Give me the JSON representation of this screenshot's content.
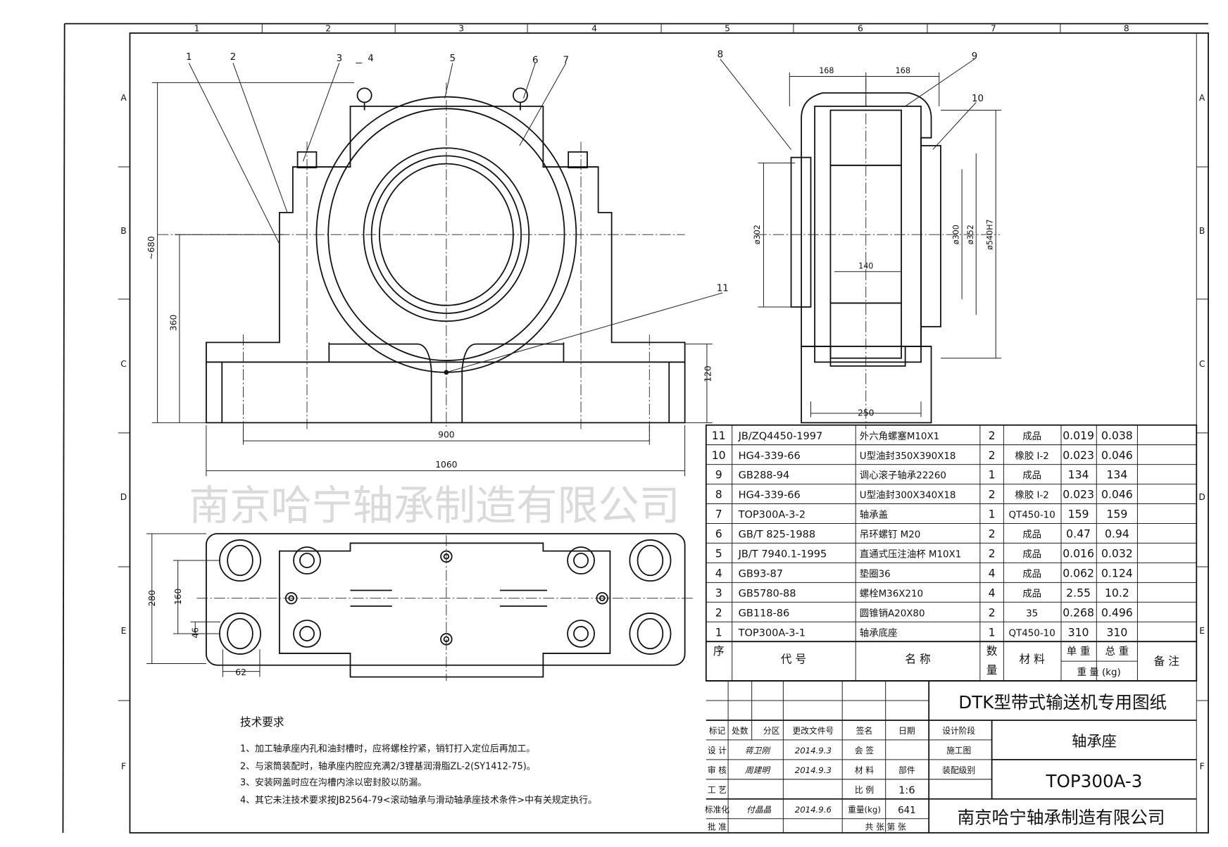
{
  "frame": {
    "zones_top": [
      "1",
      "2",
      "3",
      "4",
      "5",
      "6",
      "7",
      "8"
    ],
    "zones_side": [
      "A",
      "B",
      "C",
      "D",
      "E",
      "F"
    ]
  },
  "watermark": "南京哈宁轴承制造有限公司",
  "front_view": {
    "callouts": [
      "1",
      "2",
      "3",
      "4",
      "5",
      "6",
      "7",
      "11"
    ],
    "dims": {
      "height": "~680",
      "center_height": "360",
      "base_height": "120",
      "bolt_span": "900",
      "length": "1060"
    }
  },
  "section_view": {
    "callouts": [
      "8",
      "9",
      "10"
    ],
    "dims": {
      "left": "168",
      "right": "168",
      "d1": "ø302",
      "d2": "ø300",
      "d3": "ø352",
      "d4": "ø540H7",
      "inner": "140",
      "width": "250"
    }
  },
  "plan_view": {
    "dims": {
      "width": "280",
      "bolt_span": "160",
      "offset": "46",
      "hole": "62"
    }
  },
  "tech_requirements": {
    "title": "技术要求",
    "items": [
      "1、加工轴承座内孔和油封槽时，应将螺栓拧紧，销钉打入定位后再加工。",
      "2、与滚筒装配时，轴承座内腔应充满2/3锂基润滑脂ZL-2(SY1412-75)。",
      "3、安装网盖时应在沟槽内涂以密封胶以防漏。",
      "4、其它未注技术要求按JB2564-79<滚动轴承与滑动轴承座技术条件>中有关规定执行。"
    ]
  },
  "parts": [
    {
      "no": "11",
      "code": "JB/ZQ4450-1997",
      "name": "外六角螺塞M10X1",
      "qty": "2",
      "material": "成品",
      "unit": "0.019",
      "total": "0.038"
    },
    {
      "no": "10",
      "code": "HG4-339-66",
      "name": "U型油封350X390X18",
      "qty": "2",
      "material": "橡胶 I-2",
      "unit": "0.023",
      "total": "0.046"
    },
    {
      "no": "9",
      "code": "GB288-94",
      "name": "调心滚子轴承22260",
      "qty": "1",
      "material": "成品",
      "unit": "134",
      "total": "134"
    },
    {
      "no": "8",
      "code": "HG4-339-66",
      "name": "U型油封300X340X18",
      "qty": "2",
      "material": "橡胶 I-2",
      "unit": "0.023",
      "total": "0.046"
    },
    {
      "no": "7",
      "code": "TOP300A-3-2",
      "name": "轴承盖",
      "qty": "1",
      "material": "QT450-10",
      "unit": "159",
      "total": "159"
    },
    {
      "no": "6",
      "code": "GB/T 825-1988",
      "name": "吊环螺钉 M20",
      "qty": "2",
      "material": "成品",
      "unit": "0.47",
      "total": "0.94"
    },
    {
      "no": "5",
      "code": "JB/T 7940.1-1995",
      "name": "直通式压注油杯 M10X1",
      "qty": "2",
      "material": "成品",
      "unit": "0.016",
      "total": "0.032"
    },
    {
      "no": "4",
      "code": "GB93-87",
      "name": "垫圈36",
      "qty": "4",
      "material": "成品",
      "unit": "0.062",
      "total": "0.124"
    },
    {
      "no": "3",
      "code": "GB5780-88",
      "name": "螺栓M36X210",
      "qty": "4",
      "material": "成品",
      "unit": "2.55",
      "total": "10.2"
    },
    {
      "no": "2",
      "code": "GB118-86",
      "name": "圆锥销A20X80",
      "qty": "2",
      "material": "35",
      "unit": "0.268",
      "total": "0.496"
    },
    {
      "no": "1",
      "code": "TOP300A-3-1",
      "name": "轴承底座",
      "qty": "1",
      "material": "QT450-10",
      "unit": "310",
      "total": "310"
    }
  ],
  "parts_header": {
    "no": "序",
    "code": "代    号",
    "name": "名    称",
    "qty1": "数",
    "qty2": "量",
    "material": "材  料",
    "unit": "单 重",
    "total": "总 重",
    "weight": "重 量 (kg)",
    "remarks": "备 注"
  },
  "title_block": {
    "project": "DTK型带式输送机专用图纸",
    "part_name": "轴承座",
    "drawing_no": "TOP300A-3",
    "company": "南京哈宁轴承制造有限公司",
    "headers": [
      "标记",
      "处数",
      "分区",
      "更改文件号",
      "签名",
      "日期",
      "设计阶段"
    ],
    "design": {
      "label": "设 计",
      "sign": "蒋卫刚",
      "date": "2014.9.3",
      "countersign": "会 签",
      "stage": "施工图"
    },
    "check": {
      "label": "审 核",
      "sign": "周建明",
      "date": "2014.9.3",
      "material": "材 料",
      "material_value": "部件",
      "level": "装配级别"
    },
    "process": {
      "label": "工 艺",
      "scale_label": "比 例",
      "scale": "1:6"
    },
    "standard": {
      "label": "标准化",
      "sign": "付晶晶",
      "date": "2014.9.6",
      "weight_label": "重量(kg)",
      "weight": "641"
    },
    "approve": {
      "label": "批 准",
      "sheets": "共  张  第  张"
    }
  }
}
